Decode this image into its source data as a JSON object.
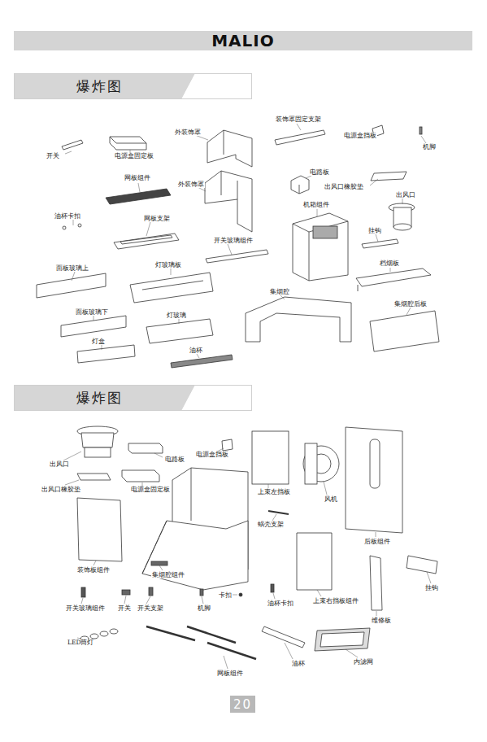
{
  "diagram": {
    "nodes": [
      {
        "text": [
          "MALIO"
        ]
      },
      {
        "text": [
          "爆炸图"
        ]
      },
      {
        "text": [
          "爆炸图"
        ]
      },
      {
        "text": [
          "20"
        ]
      }
    ],
    "labels": [
      "开关",
      "电源盒固定板",
      "外装饰罩",
      "装饰罩固定支架",
      "电源盒挡板",
      "机脚",
      "网板组件",
      "外装饰罩",
      "电路板",
      "出风口橡胶垫",
      "出风口",
      "油杯卡扣",
      "网板支架",
      "开关玻璃组件",
      "机箱组件",
      "挂钩",
      "面板玻璃上",
      "灯玻璃板",
      "档烟板",
      "集烟腔",
      "集烟腔后板",
      "面板玻璃下",
      "灯玻璃",
      "灯盒",
      "油杯",
      "出风口",
      "电路板",
      "电源盒挡板",
      "出风口橡胶垫",
      "电源盒固定板",
      "上束左挡板",
      "风机",
      "蜗壳支架",
      "装饰板组件",
      "集烟腔组件",
      "后板组件",
      "挂钩",
      "开关玻璃组件",
      "开关",
      "开关支架",
      "卡扣",
      "机脚",
      "油杯卡扣",
      "上束右挡板组件",
      "维修板",
      "LED筒灯",
      "网板组件",
      "油杯",
      "内滤网"
    ]
  }
}
